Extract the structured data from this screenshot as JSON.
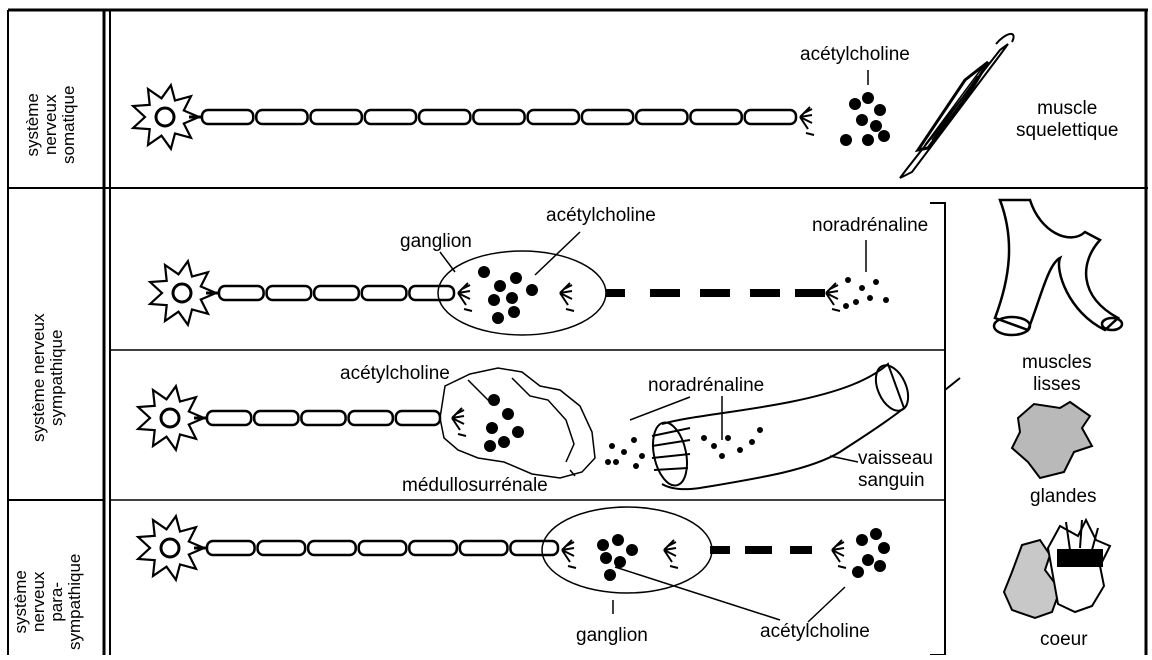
{
  "side_labels": {
    "somatic": [
      "système",
      "nerveux",
      "somatique"
    ],
    "sympathetic": [
      "système nerveux",
      "sympathique"
    ],
    "parasympathetic": [
      "système",
      "nerveux",
      "para-",
      "sympathique"
    ]
  },
  "labels": {
    "row1_acetylcholine": "acétylcholine",
    "row1_target": [
      "muscle",
      "squelettique"
    ],
    "row2_ganglion": "ganglion",
    "row2_acetylcholine": "acétylcholine",
    "row2_noradrenaline": "noradrénaline",
    "row3_acetylcholine": "acétylcholine",
    "row3_noradrenaline": "noradrénaline",
    "row3_medullosurrenale": "médullosurrénale",
    "row3_vessel": [
      "vaisseau",
      "sanguin"
    ],
    "row4_ganglion": "ganglion",
    "row4_acetylcholine": "acétylcholine",
    "targets_muscles": [
      "muscles",
      "lisses"
    ],
    "targets_glandes": "glandes",
    "targets_coeur": "coeur"
  },
  "colors": {
    "ink": "#000000",
    "paper": "#ffffff",
    "stipple": "#9a9a9a"
  }
}
